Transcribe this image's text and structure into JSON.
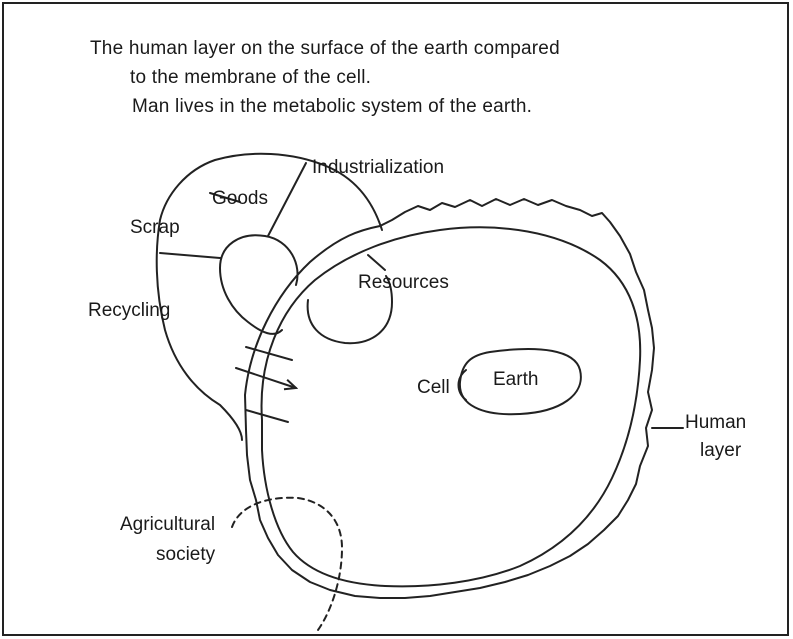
{
  "caption": {
    "line1": "The human layer on the surface of the earth compared",
    "line2": "to the membrane of the cell.",
    "line3": "Man lives in the metabolic system of the earth."
  },
  "labels": {
    "industrialization": "Industrialization",
    "goods": "Goods",
    "scrap": "Scrap",
    "recycling": "Recycling",
    "resources": "Resources",
    "cell": "Cell",
    "earth": "Earth",
    "human_line1": "Human",
    "human_line2": "layer",
    "agri_line1": "Agricultural",
    "agri_line2": "society"
  }
}
